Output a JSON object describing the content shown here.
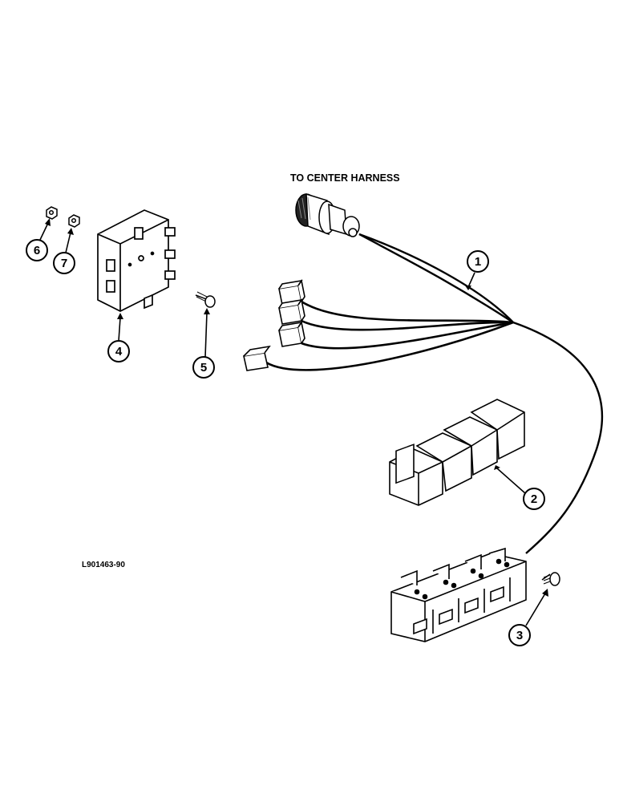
{
  "diagram": {
    "harness_label": "TO CENTER HARNESS",
    "figure_code": "L901463-90",
    "callouts": {
      "c1": "1",
      "c2": "2",
      "c3": "3",
      "c4": "4",
      "c5": "5",
      "c6": "6",
      "c7": "7"
    }
  }
}
